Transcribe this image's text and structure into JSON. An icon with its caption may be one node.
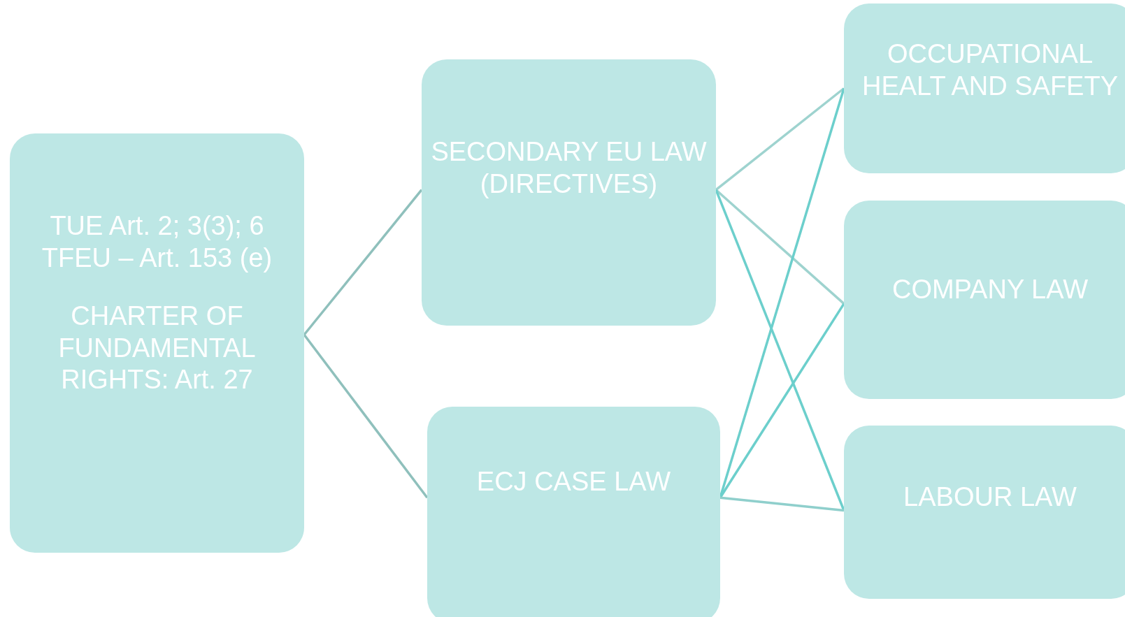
{
  "diagram": {
    "nodes": [
      {
        "text": [
          "TUE Art. 2; 3(3); 6 TFEU – Art. 153 (e)",
          "CHARTER OF FUNDAMENTAL RIGHTS: Art. 27"
        ]
      },
      {
        "text": [
          "SECONDARY EU LAW (DIRECTIVES)"
        ]
      },
      {
        "text": [
          "ECJ CASE LAW"
        ]
      },
      {
        "text": [
          "OCCUPATIONAL HEALT AND SAFETY"
        ]
      },
      {
        "text": [
          "COMPANY LAW"
        ]
      },
      {
        "text": [
          "LABOUR LAW"
        ]
      }
    ],
    "edges": [
      {
        "from": 0,
        "to": 1,
        "arrow": "none",
        "color": "#8fc0bc"
      },
      {
        "from": 0,
        "to": 2,
        "arrow": "none",
        "color": "#8fc0bc"
      },
      {
        "from": 1,
        "to": 3,
        "arrow": "none",
        "color": "#9ed3cf"
      },
      {
        "from": 1,
        "to": 4,
        "arrow": "none",
        "color": "#9ed3cf"
      },
      {
        "from": 1,
        "to": 5,
        "arrow": "none"
      },
      {
        "from": 2,
        "to": 3,
        "arrow": "none"
      },
      {
        "from": 2,
        "to": 4,
        "arrow": "none"
      },
      {
        "from": 2,
        "to": 5,
        "arrow": "none",
        "color": "#8fcfcc"
      }
    ]
  }
}
